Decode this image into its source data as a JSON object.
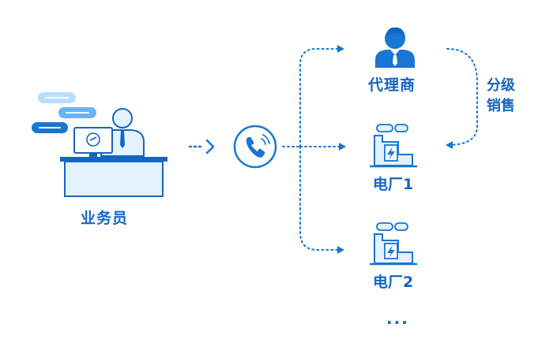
{
  "nodes": {
    "salesman": {
      "label": "业务员"
    },
    "phone": {
      "icon": "phone-icon"
    },
    "agent": {
      "label": "代理商",
      "icon": "person-icon"
    },
    "plant1": {
      "label": "电厂1",
      "icon": "factory-icon"
    },
    "plant2": {
      "label": "电厂2",
      "icon": "factory-icon"
    },
    "more": {
      "label": "..."
    }
  },
  "edges": {
    "distribution": {
      "line1": "分级",
      "line2": "销售"
    }
  },
  "colors": {
    "primary": "#1976d2",
    "dark": "#1565c0",
    "light_fill": "#e3f2fd",
    "bubble_pale": "#bbdefb",
    "bubble_mid": "#64b5f6"
  }
}
